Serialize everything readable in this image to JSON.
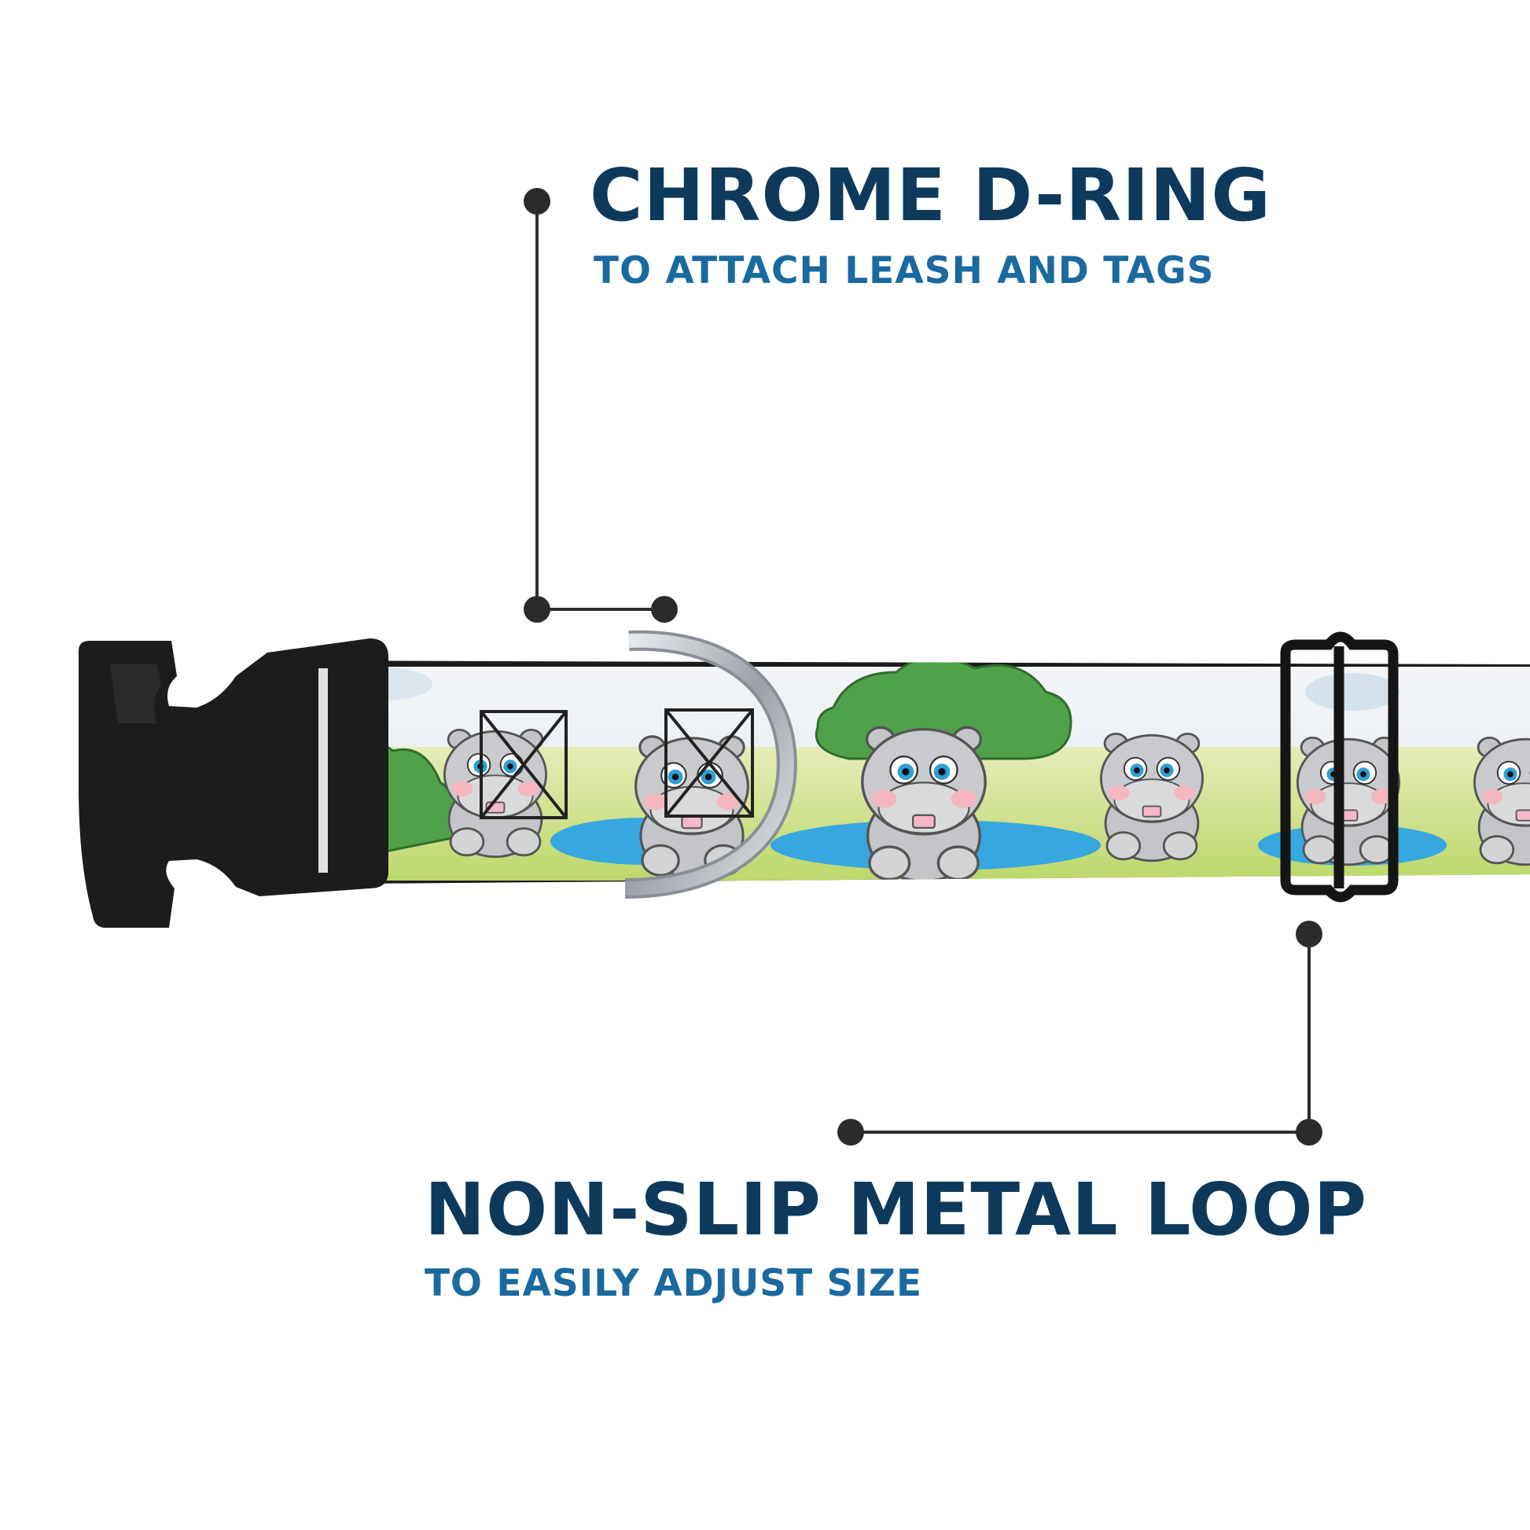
{
  "callouts": {
    "d_ring": {
      "title": "CHROME D-RING",
      "subtitle": "TO ATTACH LEASH AND TAGS"
    },
    "metal_loop": {
      "title": "NON-SLIP METAL LOOP",
      "subtitle": "TO EASILY ADJUST SIZE"
    }
  },
  "colors": {
    "title": "#0d3a5c",
    "subtitle": "#1a6aa0",
    "leader": "#2b2b2b",
    "buckle": "#1c1c1c",
    "ring": "#b8bcc2",
    "webbing_sky": "#eef2f6",
    "grass": "#c9e07e",
    "bush": "#4fa24a",
    "water": "#37a7df",
    "hippo": "#c4c5c8",
    "cheek": "#f6b6bf"
  },
  "icons": {
    "buckle": "side-release-buckle-icon",
    "ring": "d-ring-icon",
    "slider": "loop-slider-icon",
    "mascot": "hippo-icon"
  }
}
